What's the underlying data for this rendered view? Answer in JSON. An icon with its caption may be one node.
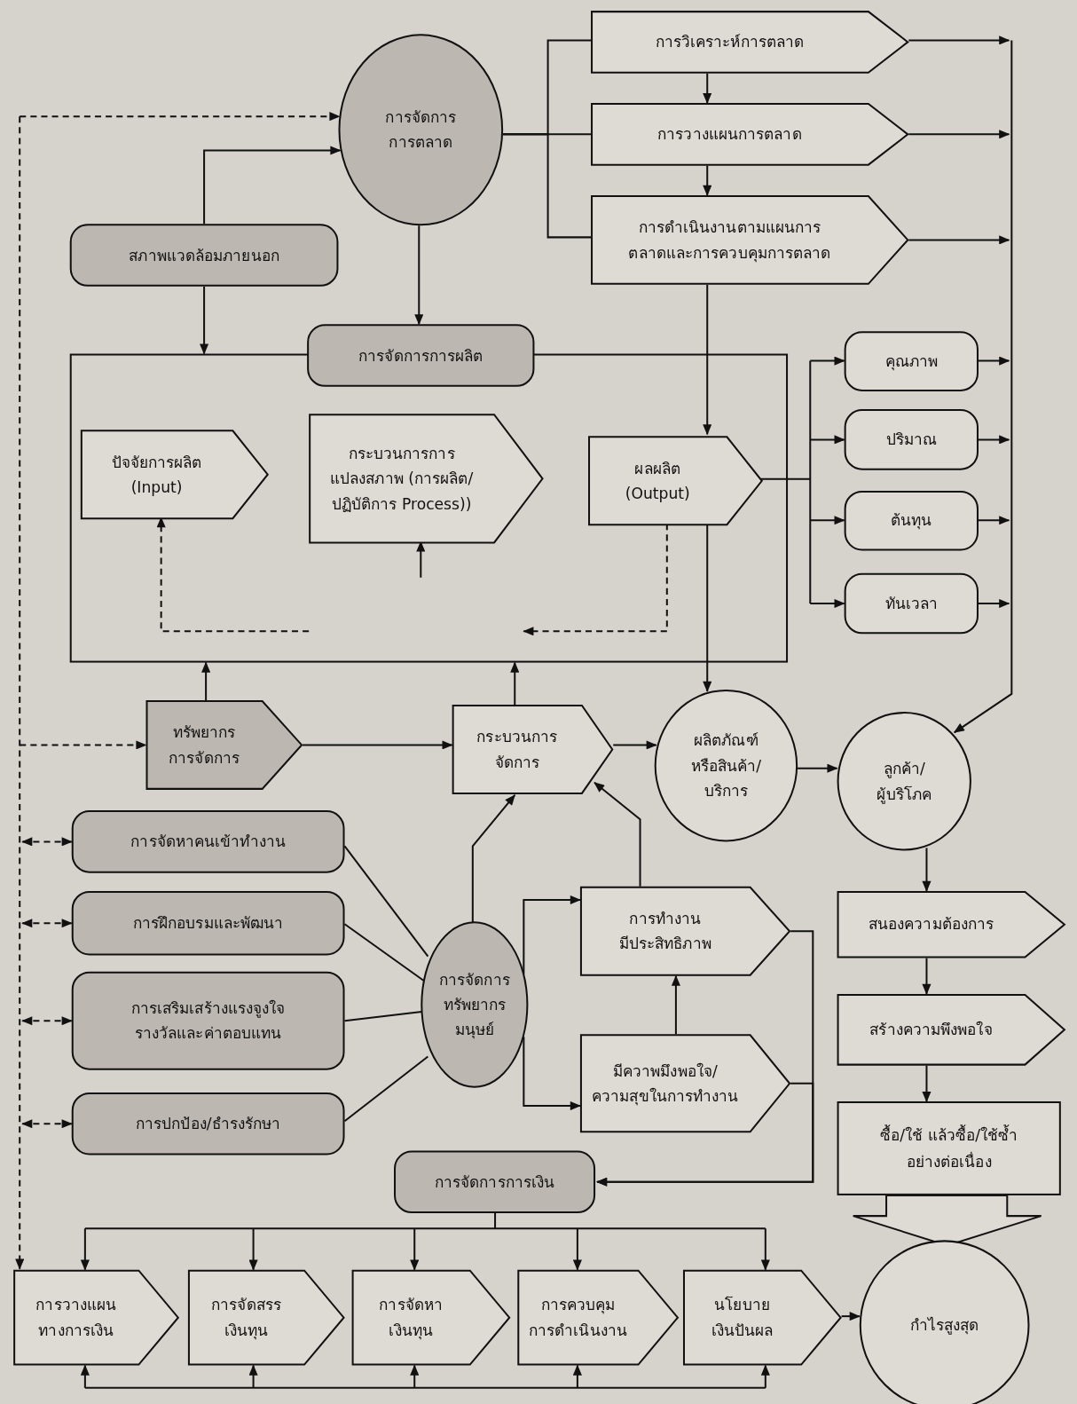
{
  "diagram": {
    "nodes": [
      {
        "text": [
          "การจัดการ การตลาด"
        ]
      },
      {
        "text": [
          "การวิเคราะห์การตลาด"
        ]
      },
      {
        "text": [
          "การวางแผนการตลาด"
        ]
      },
      {
        "text": [
          "การดำเนินงานตามแผนการ ตลาดและการควบคุมการตลาด"
        ]
      },
      {
        "text": [
          "สภาพแวดล้อมภายนอก"
        ]
      },
      {
        "text": [],
        "shape": "box"
      },
      {
        "text": [
          "การจัดการการผลิต"
        ]
      },
      {
        "text": [
          "ปัจจัยการผลิต (Input)"
        ],
        "in": 5
      },
      {
        "text": [
          "กระบวนการการ แปลงสภาพ (การผลิต/ ปฏิบัติการ Process))"
        ],
        "in": 5
      },
      {
        "text": [
          "ผลผลิต (Output)"
        ],
        "in": 5
      },
      {
        "text": [
          "คุณภาพ"
        ]
      },
      {
        "text": [
          "ปริมาณ"
        ]
      },
      {
        "text": [
          "ต้นทุน"
        ]
      },
      {
        "text": [
          "ทันเวลา"
        ]
      },
      {
        "text": [
          "ทรัพยากร การจัดการ"
        ]
      },
      {
        "text": [
          "กระบวนการ จัดการ"
        ]
      },
      {
        "text": [
          "ผลิตภัณฑ์ หรือสินค้า/ บริการ"
        ]
      },
      {
        "text": [
          "ลูกค้า/ ผู้บริโภค"
        ]
      },
      {
        "text": [
          "การจัดหาคนเข้าทำงาน"
        ]
      },
      {
        "text": [
          "การฝึกอบรมและพัฒนา"
        ]
      },
      {
        "text": [
          "การเสริมเสร้างแรงจูงใจ รางวัลและค่าตอบแทน"
        ]
      },
      {
        "text": [
          "การปกป้อง/ธำรงรักษา"
        ]
      },
      {
        "text": [
          "การจัดการ ทรัพยากร มนุษย์"
        ]
      },
      {
        "text": [
          "การทำงาน มีประสิทธิภาพ"
        ]
      },
      {
        "text": [
          "มีควาพมึงพอใจ/ ความสุขในการทำงาน"
        ]
      },
      {
        "text": [
          "การจัดการการเงิน"
        ]
      },
      {
        "text": [
          "สนองความต้องการ"
        ]
      },
      {
        "text": [
          "สร้างความพึงพอใจ"
        ]
      },
      {
        "text": [
          "ซื้อ/ใช้ แล้วซื้อ/ใช้ซ้ำ อย่างต่อเนื่อง"
        ]
      },
      {
        "text": [
          "การวางแผน ทางการเงิน"
        ]
      },
      {
        "text": [
          "การจัดสรร เงินทุน"
        ]
      },
      {
        "text": [
          "การจัดหา เงินทุน"
        ]
      },
      {
        "text": [
          "การควบคุม การดำเนินงาน"
        ]
      },
      {
        "text": [
          "นโยบาย เงินปันผล"
        ]
      },
      {
        "text": [
          "กำไรสูงสุด"
        ]
      }
    ],
    "edges": [
      {
        "from": 0,
        "to": 1,
        "arrow": "none"
      },
      {
        "from": 0,
        "to": 2,
        "arrow": "none"
      },
      {
        "from": 0,
        "to": 3,
        "arrow": "none"
      },
      {
        "from": 1,
        "to": 2,
        "arrow": "to"
      },
      {
        "from": 2,
        "to": 3,
        "arrow": "to"
      },
      {
        "from": 1,
        "to": 17,
        "arrow": "to"
      },
      {
        "from": 2,
        "to": 17,
        "arrow": "to"
      },
      {
        "from": 3,
        "to": 17,
        "arrow": "to"
      },
      {
        "from": 10,
        "to": 17,
        "arrow": "to"
      },
      {
        "from": 11,
        "to": 17,
        "arrow": "to"
      },
      {
        "from": 12,
        "to": 17,
        "arrow": "to"
      },
      {
        "from": 13,
        "to": 17,
        "arrow": "to"
      },
      {
        "from": 0,
        "to": 6,
        "arrow": "to"
      },
      {
        "from": 4,
        "to": 0,
        "arrow": "to"
      },
      {
        "from": 4,
        "to": 5,
        "arrow": "to"
      },
      {
        "from": 3,
        "to": 9,
        "arrow": "to"
      },
      {
        "from": 9,
        "to": 16,
        "arrow": "to"
      },
      {
        "from": 9,
        "to": 10,
        "arrow": "to"
      },
      {
        "from": 9,
        "to": 11,
        "arrow": "to"
      },
      {
        "from": 9,
        "to": 12,
        "arrow": "to"
      },
      {
        "from": 9,
        "to": 13,
        "arrow": "to"
      },
      {
        "from": 9,
        "to": null,
        "arrow": "to",
        "style": "dashed"
      },
      {
        "from": null,
        "to": 7,
        "arrow": "to",
        "style": "dashed"
      },
      {
        "from": null,
        "to": 8,
        "arrow": "to"
      },
      {
        "from": 14,
        "to": 5,
        "arrow": "to"
      },
      {
        "from": 15,
        "to": 5,
        "arrow": "to"
      },
      {
        "from": 14,
        "to": 15,
        "arrow": "to"
      },
      {
        "from": 15,
        "to": 16,
        "arrow": "to"
      },
      {
        "from": 16,
        "to": 17,
        "arrow": "to"
      },
      {
        "from": 17,
        "to": 26,
        "arrow": "to"
      },
      {
        "from": 26,
        "to": 27,
        "arrow": "to"
      },
      {
        "from": 27,
        "to": 28,
        "arrow": "to"
      },
      {
        "from": 28,
        "to": 34,
        "arrow": "to"
      },
      {
        "from": 33,
        "to": 34,
        "arrow": "to"
      },
      {
        "from": 22,
        "to": 15,
        "arrow": "to"
      },
      {
        "from": 23,
        "to": 15,
        "arrow": "to"
      },
      {
        "from": 22,
        "to": 23,
        "arrow": "to"
      },
      {
        "from": 22,
        "to": 24,
        "arrow": "to"
      },
      {
        "from": 24,
        "to": 23,
        "arrow": "to"
      },
      {
        "from": 18,
        "to": 22,
        "arrow": "none"
      },
      {
        "from": 19,
        "to": 22,
        "arrow": "none"
      },
      {
        "from": 20,
        "to": 22,
        "arrow": "none"
      },
      {
        "from": 21,
        "to": 22,
        "arrow": "none"
      },
      {
        "from": 23,
        "to": 25,
        "arrow": "to"
      },
      {
        "from": 24,
        "to": 25,
        "arrow": "to"
      },
      {
        "from": null,
        "to": 0,
        "arrow": "to",
        "style": "dashed"
      },
      {
        "from": null,
        "to": 14,
        "arrow": "to",
        "style": "dashed"
      },
      {
        "from": null,
        "to": 18,
        "arrow": "both",
        "style": "dashed"
      },
      {
        "from": null,
        "to": 19,
        "arrow": "both",
        "style": "dashed"
      },
      {
        "from": null,
        "to": 20,
        "arrow": "both",
        "style": "dashed"
      },
      {
        "from": null,
        "to": 21,
        "arrow": "both",
        "style": "dashed"
      },
      {
        "from": null,
        "to": 29,
        "arrow": "to",
        "style": "dashed"
      },
      {
        "from": 25,
        "to": 29,
        "arrow": "to"
      },
      {
        "from": 25,
        "to": 30,
        "arrow": "to"
      },
      {
        "from": 25,
        "to": 31,
        "arrow": "to"
      },
      {
        "from": 25,
        "to": 32,
        "arrow": "to"
      },
      {
        "from": 25,
        "to": 33,
        "arrow": "to"
      },
      {
        "from": null,
        "to": 29,
        "arrow": "to"
      },
      {
        "from": null,
        "to": 30,
        "arrow": "to"
      },
      {
        "from": null,
        "to": 31,
        "arrow": "to"
      },
      {
        "from": null,
        "to": 32,
        "arrow": "to"
      },
      {
        "from": null,
        "to": 33,
        "arrow": "to"
      }
    ]
  }
}
